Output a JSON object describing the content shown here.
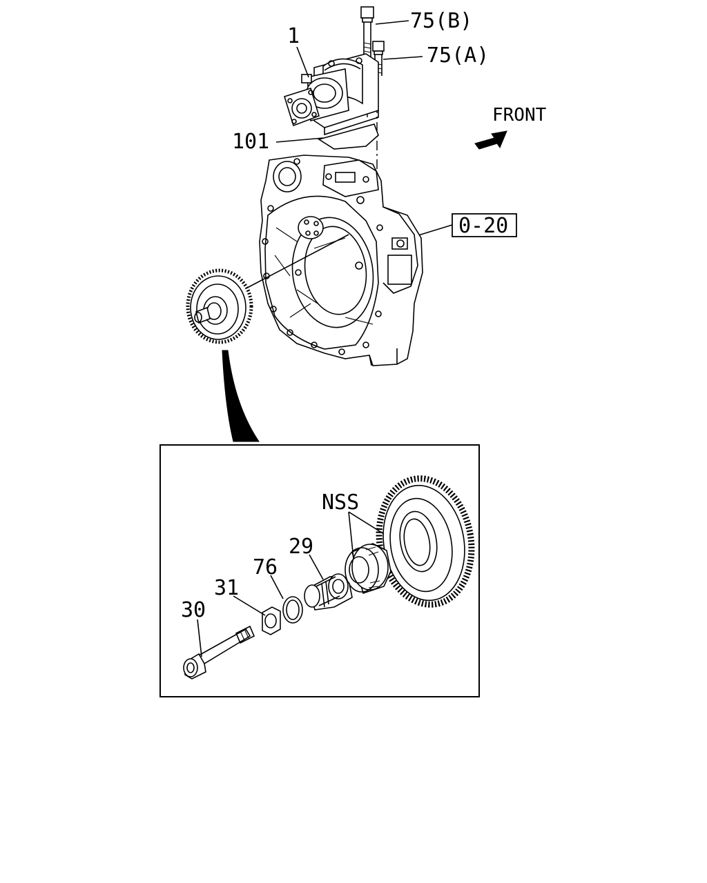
{
  "labels": {
    "part_1": "1",
    "part_75b": "75(B)",
    "part_75a": "75(A)",
    "part_101": "101",
    "front": "FRONT",
    "ref_0_20": "0-20",
    "nss": "NSS",
    "part_29": "29",
    "part_76": "76",
    "part_31": "31",
    "part_30": "30"
  },
  "colors": {
    "line": "#000000",
    "background": "#ffffff"
  }
}
